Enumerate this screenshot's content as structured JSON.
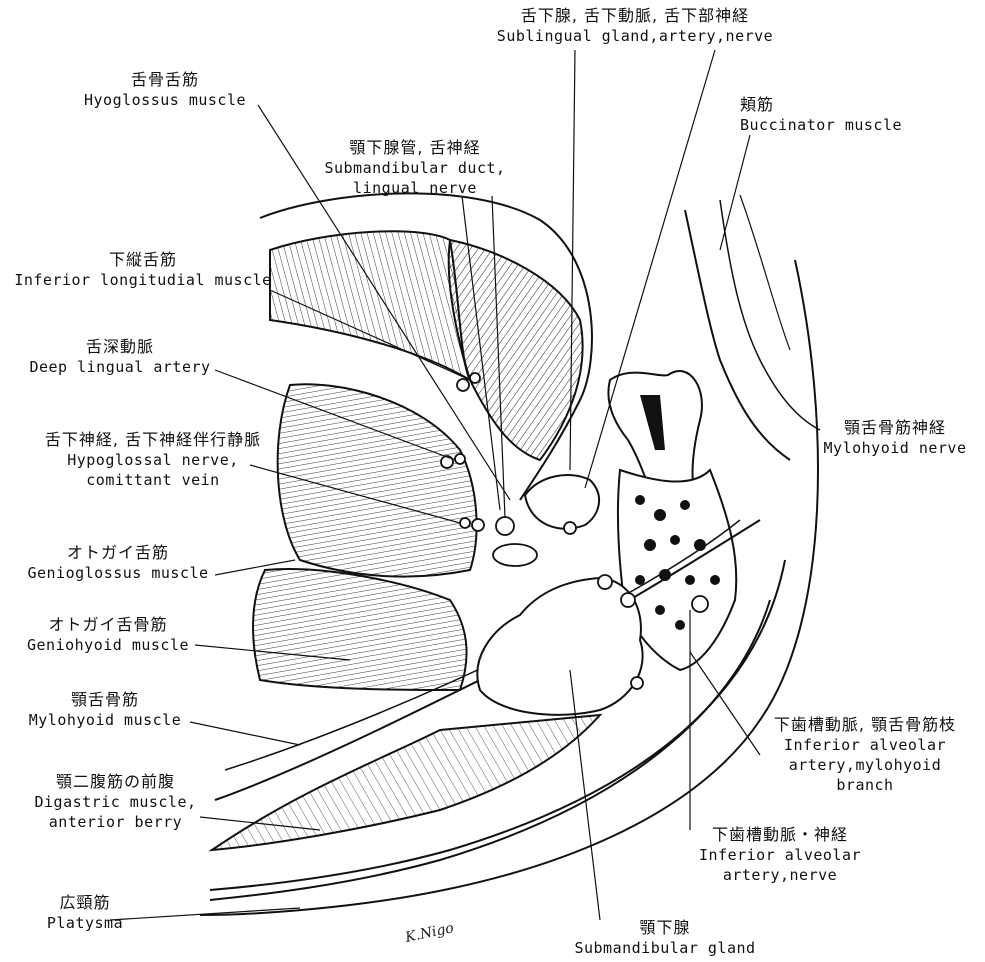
{
  "labels": {
    "sublingual": {
      "jp": "舌下腺, 舌下動脈, 舌下部神経",
      "en": "Sublingual gland,artery,nerve"
    },
    "hyoglossus": {
      "jp": "舌骨舌筋",
      "en": "Hyoglossus muscle"
    },
    "buccinator": {
      "jp": "頬筋",
      "en": "Buccinator muscle"
    },
    "submandibular_duct": {
      "jp": "顎下腺管, 舌神経",
      "en1": "Submandibular duct,",
      "en2": "lingual nerve"
    },
    "inferior_longitudinal": {
      "jp": "下縦舌筋",
      "en": "Inferior longitudial muscle"
    },
    "deep_lingual": {
      "jp": "舌深動脈",
      "en": "Deep lingual artery"
    },
    "hypoglossal": {
      "jp": "舌下神経, 舌下神経伴行静脈",
      "en1": "Hypoglossal nerve,",
      "en2": "comittant vein"
    },
    "mylohyoid_nerve": {
      "jp": "顎舌骨筋神経",
      "en": "Mylohyoid nerve"
    },
    "genioglossus": {
      "jp": "オトガイ舌筋",
      "en": "Genioglossus muscle"
    },
    "geniohyoid": {
      "jp": "オトガイ舌骨筋",
      "en": "Geniohyoid muscle"
    },
    "mylohyoid_muscle": {
      "jp": "顎舌骨筋",
      "en": "Mylohyoid muscle"
    },
    "inferior_alveolar_branch": {
      "jp": "下歯槽動脈, 顎舌骨筋枝",
      "en1": "Inferior alveolar",
      "en2": "artery,mylohyoid",
      "en3": "branch"
    },
    "digastric": {
      "jp": "顎二腹筋の前腹",
      "en1": "Digastric muscle,",
      "en2": "anterior berry"
    },
    "inferior_alveolar_nerve": {
      "jp": "下歯槽動脈・神経",
      "en1": "Inferior alveolar",
      "en2": "artery,nerve"
    },
    "platysma": {
      "jp": "広頸筋",
      "en": "Platysma"
    },
    "submandibular_gland": {
      "jp": "顎下腺",
      "en": "Submandibular gland"
    }
  },
  "signature": "K.Nigo",
  "colors": {
    "ink": "#111111",
    "bone_fill": "#111111",
    "paper": "#ffffff"
  }
}
